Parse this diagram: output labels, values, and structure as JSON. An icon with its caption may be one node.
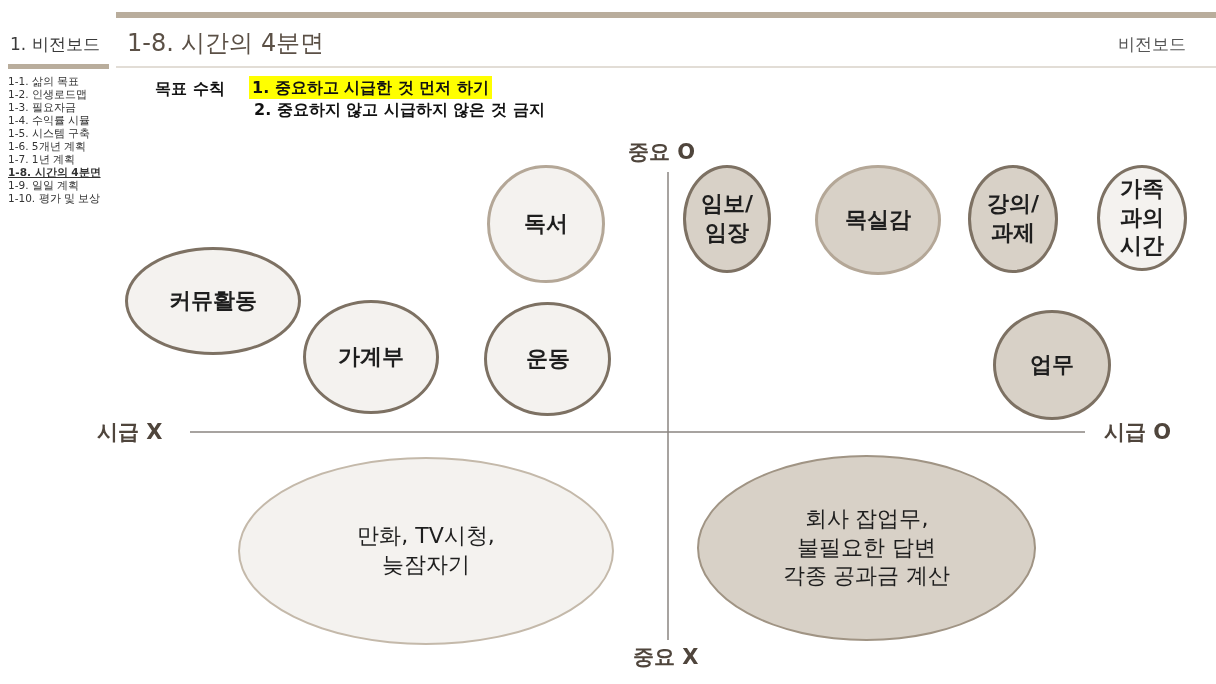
{
  "diagram": {
    "title": "1-8. 시간의 4분면",
    "nodes": [
      {
        "text": [
          "독서"
        ]
      },
      {
        "text": [
          "임보/ 임장"
        ]
      },
      {
        "text": [
          "목실감"
        ]
      },
      {
        "text": [
          "강의/ 과제"
        ]
      },
      {
        "text": [
          "가족 과의 시간"
        ]
      },
      {
        "text": [
          "커뮤활동"
        ]
      },
      {
        "text": [
          "가계부"
        ]
      },
      {
        "text": [
          "운동"
        ]
      },
      {
        "text": [
          "업무"
        ]
      },
      {
        "text": [
          "만화, TV시청, 늦잠자기"
        ]
      },
      {
        "text": [
          "회사 잡업무, 불필요한 답변 각종 공과금 계산"
        ]
      }
    ],
    "labels": [
      "1. 비전보드",
      "비전보드",
      "1-1. 삶의 목표",
      "1-2. 인생로드맵",
      "1-3. 필요자금",
      "1-4. 수익률 시뮬",
      "1-5. 시스템 구축",
      "1-6. 5개년 계획",
      "1-7. 1년 계획",
      "1-8. 시간의 4분면",
      "1-9. 일일 계획",
      "1-10. 평가 및 보상",
      "목표 수칙",
      "1. 중요하고 시급한 것 먼저 하기",
      "2. 중요하지 않고 시급하지 않은 것 금지",
      "중요 O",
      "시급 X",
      "시급 O",
      "중요 X"
    ]
  }
}
